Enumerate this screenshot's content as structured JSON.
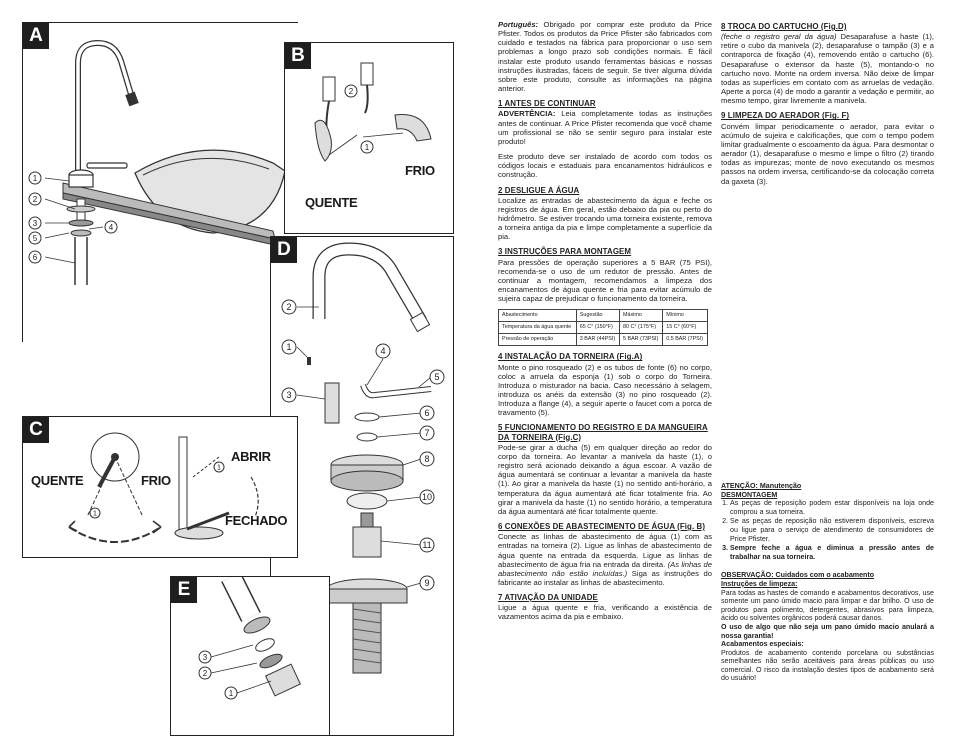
{
  "figures": {
    "a": {
      "tag": "A",
      "callouts": [
        "1",
        "2",
        "3",
        "4",
        "5",
        "6"
      ]
    },
    "b": {
      "tag": "B",
      "callouts": [
        "1",
        "2"
      ],
      "cold_label": "FRIO",
      "hot_label": "QUENTE"
    },
    "c": {
      "tag": "C",
      "callouts": [
        "1",
        "1"
      ],
      "hot_label": "QUENTE",
      "cold_label": "FRIO",
      "open_label": "ABRIR",
      "closed_label": "FECHADO"
    },
    "d": {
      "tag": "D",
      "callouts": [
        "1",
        "2",
        "3",
        "4",
        "5",
        "6",
        "7",
        "8",
        "9",
        "10",
        "11"
      ]
    },
    "e": {
      "tag": "E",
      "callouts": [
        "1",
        "2",
        "3"
      ]
    }
  },
  "col1": {
    "intro_title": "Português:",
    "intro_text": "Obrigado por comprar este produto da Price Pfister. Todos os produtos da Price Pfister são fabricados com cuidado e testados na fábrica para proporcionar o uso sem problemas a longo prazo sob condições normais. É fácil instalar este produto usando ferramentas básicas e nossas instruções ilustradas, fáceis de seguir. Se tiver alguma dúvida sobre este produto, consulte as informações na página anterior.",
    "s1_title": "1  ANTES DE CONTINUAR",
    "s1_warn": "ADVERTÊNCIA:",
    "s1_text": "Leia completamente todas as instruções antes de continuar. A Price Pfister recomenda que você chame um profissional se não se sentir seguro para instalar este produto!",
    "s1_text2": "Este produto deve ser instalado de acordo com todos os códigos locais e estaduais para encanamentos hidráulicos e construção.",
    "s2_title": "2 DESLIGUE A ÁGUA",
    "s2_text": "Localize as entradas de abastecimento da água e feche os registros de água. Em geral, estão debaixo da pia ou perto do hidrômetro. Se estiver trocando uma torneira existente, remova a torneira antiga da pia e limpe completamente a superfície da pia.",
    "s3_title": "3 INSTRUÇÕES PARA MONTAGEM",
    "s3_text": "Para pressões de operação superiores a 5 BAR (75 PSI), recomenda-se o uso de um redutor de pressão. Antes de continuar a montagem, recomendamos a limpeza dos encanamentos de água quente e fria para evitar acúmulo de sujeira capaz de prejudicar o funcionamento da torneira.",
    "table": {
      "headers": [
        "Abastecimento",
        "Sugestão",
        "Máximo",
        "Mínimo"
      ],
      "rows": [
        [
          "Temperatura da água quente",
          "65 C° (150°F)",
          "80 C° (175°F)",
          "15 C° (60°F)"
        ],
        [
          "Pressão de operação",
          "3 BAR (44PSI)",
          "5 BAR (73PSI)",
          "0,5 BAR (7PSI)"
        ]
      ]
    },
    "s4_title": "4  INSTALAÇÃO DA TORNEIRA (Fig.A)",
    "s4_text": "Monte o pino rosqueado (2) e os tubos de fonte (6) no corpo, coloc a arruela da esponja (1) sob o corpo do Torneira. Introduza o misturador na bacia. Caso necessário à selagem, introduza os anéis da extensão (3) no pino rosqueado (2). Introduza a flange (4), a seguir aperte o faucet com a porca de travamento (5).",
    "s5_title": "5  FUNCIONAMENTO DO REGISTRO E DA MANGUEIRA DA TORNEIRA (Fig.C)",
    "s5_text": "Pode-se girar a ducha (5) em qualquer direção ao redor do corpo da torneira. Ao levantar a manivela da haste (1), o registro será acionado deixando a água escoar. A vazão de água aumentará se continuar a levantar a manivela da haste (1). Ao girar a manivela da haste (1) no sentido anti-horário, a temperatura da água aumentará até ficar totalmente fria. Ao girar a manivela da haste (1) no sentido horário, a temperatura da água aumentará até ficar totalmente quente.",
    "s6_title": "6  CONEXÕES DE ABASTECIMENTO DE ÁGUA (Fig. B)",
    "s6_text_a": "Conecte as linhas de abastecimento de água (1) com as entradas na torneira (2). Ligue as linhas de abastecimento de água quente na entrada da esquerda. Ligue as linhas de abastecimento de água fria na entrada da direita. ",
    "s6_text_i": "(As linhas de abastecimento não estão incluídas.)",
    "s6_text_b": " Siga as instruções do fabricante ao instalar as linhas de abastecimento.",
    "s7_title": "7  ATIVAÇÃO DA UNIDADE",
    "s7_text": "Ligue a água quente e fria, verificando a existência de vazamentos acima da pia e embaixo."
  },
  "col2": {
    "s8_title": "8  TROCA DO CARTUCHO (Fig.D)",
    "s8_italic": "(feche o registro geral da água)",
    "s8_text": " Desaparafuse a haste (1), retire o cubo da manivela (2), desaparafuse o tampão (3) e a contraporca de fixação (4), removendo então o cartucho (6). Desaparafuse o extensor da haste (5), montando-o no cartucho novo. Monte na ordem inversa. Não deixe de limpar todas as superfícies em contato com as arruelas de vedação. Aperte a porca (4) de modo a garantir a vedação e permitir, ao mesmo tempo, girar livremente a manivela.",
    "s9_title": "9  LIMPEZA DO AERADOR (Fig. F)",
    "s9_text": "Convém limpar periodicamente o aerador, para evitar o acúmulo de sujeira e calcificações, que com o tempo podem limitar gradualmente o escoamento da água. Para desmontar o aerador (1), desaparafuse o mesmo e limpe o filtro (2) tirando todas as impurezas; monte de novo executando os mesmos passos na ordem inversa, certificando-se da colocação correta da gaxeta (3).",
    "attention": "ATENÇÃO: Manutenção",
    "dismount": "DESMONTAGEM",
    "rep_items": [
      "As peças de reposição podem estar disponíveis na loja onde comprou a sua torneira.",
      "Se as peças de reposição não estiverem disponíveis, escreva ou ligue para o serviço de atendimento de consumidores de Price Pfister.",
      "Sempre feche a água e diminua a pressão antes de trabalhar na sua torneira."
    ],
    "obs": "OBSERVAÇÃO: Cuidados com o acabamento",
    "clean_title": "Instruções de limpeza:",
    "clean_text": "Para todas as hastes de comando e acabamentos decorativos, use somente um pano úmido macio para limpar e dar brilho. O uso de produtos para polimento, detergentes, abrasivos para limpeza, ácido ou solventes orgânicos poderá causar danos.",
    "clean_bold": "O uso de algo que não seja um pano úmido macio anulará a nossa garantia!",
    "special_title": "Acabamentos especiais:",
    "special_text": "Produtos de acabamento contendo porcelana ou substâncias semelhantes não serão aceitáveis para áreas públicas ou uso comercial. O risco da instalação destes tipos de acabamento será do usuário!"
  }
}
